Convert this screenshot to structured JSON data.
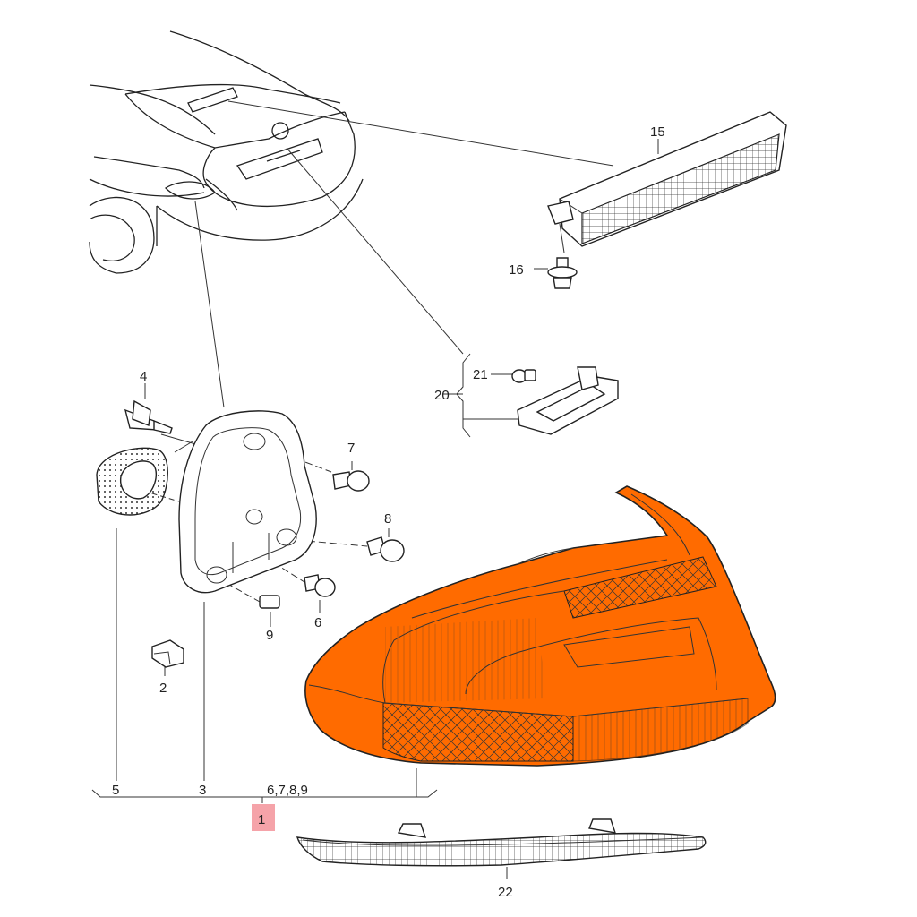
{
  "colors": {
    "housing": "#ff6b00",
    "highlight": "#f5a3a9",
    "line": "#222222"
  },
  "labels": {
    "p15": "15",
    "p16": "16",
    "p4": "4",
    "p20": "20",
    "p21": "21",
    "p7": "7",
    "p8": "8",
    "p6": "6",
    "p9": "9",
    "p2": "2",
    "p5": "5",
    "p3": "3",
    "p6789": "6,7,8,9",
    "p1": "1",
    "p22": "22"
  }
}
